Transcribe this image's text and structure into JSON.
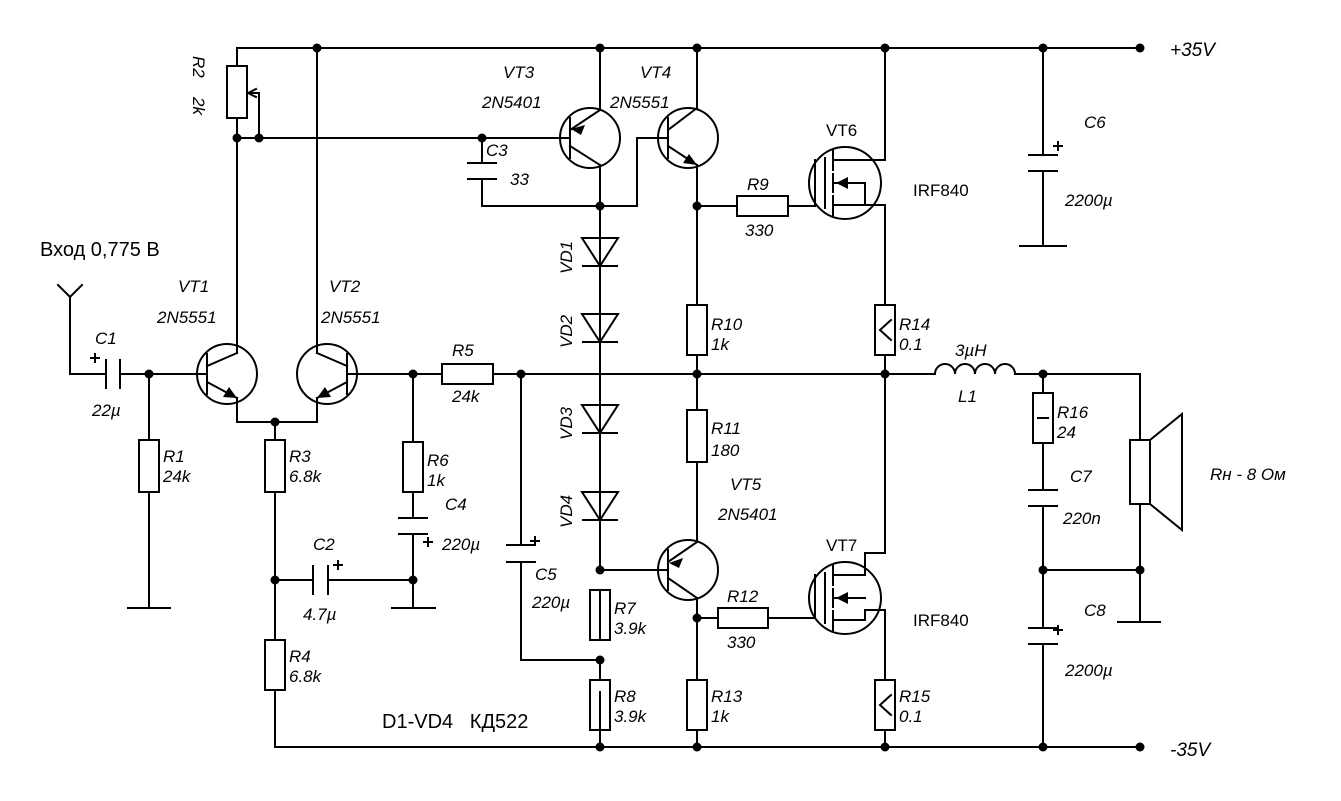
{
  "input": {
    "label": "Вход 0,775 В"
  },
  "rails": {
    "pos": "+35V",
    "neg": "-35V"
  },
  "note": "D1-VD4   КД522",
  "load": {
    "label": "Rн - 8 Ом"
  },
  "parts": {
    "C1": {
      "ref": "C1",
      "val": "22µ"
    },
    "R1": {
      "ref": "R1",
      "val": "24k"
    },
    "R2": {
      "ref": "R2",
      "val": "2k"
    },
    "VT1": {
      "ref": "VT1",
      "val": "2N5551"
    },
    "VT2": {
      "ref": "VT2",
      "val": "2N5551"
    },
    "R3": {
      "ref": "R3",
      "val": "6.8k"
    },
    "R4": {
      "ref": "R4",
      "val": "6.8k"
    },
    "C2": {
      "ref": "C2",
      "val": "4.7µ"
    },
    "R5": {
      "ref": "R5",
      "val": "24k"
    },
    "R6": {
      "ref": "R6",
      "val": "1k"
    },
    "C4": {
      "ref": "C4",
      "val": "220µ"
    },
    "C5": {
      "ref": "C5",
      "val": "220µ"
    },
    "VT3": {
      "ref": "VT3",
      "val": "2N5401"
    },
    "VT4": {
      "ref": "VT4",
      "val": "2N5551"
    },
    "C3": {
      "ref": "C3",
      "val": "33"
    },
    "VD1": {
      "ref": "VD1"
    },
    "VD2": {
      "ref": "VD2"
    },
    "VD3": {
      "ref": "VD3"
    },
    "VD4": {
      "ref": "VD4"
    },
    "R7": {
      "ref": "R7",
      "val": "3.9k"
    },
    "R8": {
      "ref": "R8",
      "val": "3.9k"
    },
    "R9": {
      "ref": "R9",
      "val": "330"
    },
    "R10": {
      "ref": "R10",
      "val": "1k"
    },
    "R11": {
      "ref": "R11",
      "val": "180"
    },
    "VT5": {
      "ref": "VT5",
      "val": "2N5401"
    },
    "R12": {
      "ref": "R12",
      "val": "330"
    },
    "R13": {
      "ref": "R13",
      "val": "1k"
    },
    "VT6": {
      "ref": "VT6",
      "val": "IRF840"
    },
    "VT7": {
      "ref": "VT7",
      "val": "IRF840"
    },
    "R14": {
      "ref": "R14",
      "val": "0.1"
    },
    "R15": {
      "ref": "R15",
      "val": "0.1"
    },
    "L1": {
      "ref": "L1",
      "val": "3µH"
    },
    "R16": {
      "ref": "R16",
      "val": "24"
    },
    "C7": {
      "ref": "C7",
      "val": "220n"
    },
    "C6": {
      "ref": "C6",
      "val": "2200µ"
    },
    "C8": {
      "ref": "C8",
      "val": "2200µ"
    }
  }
}
